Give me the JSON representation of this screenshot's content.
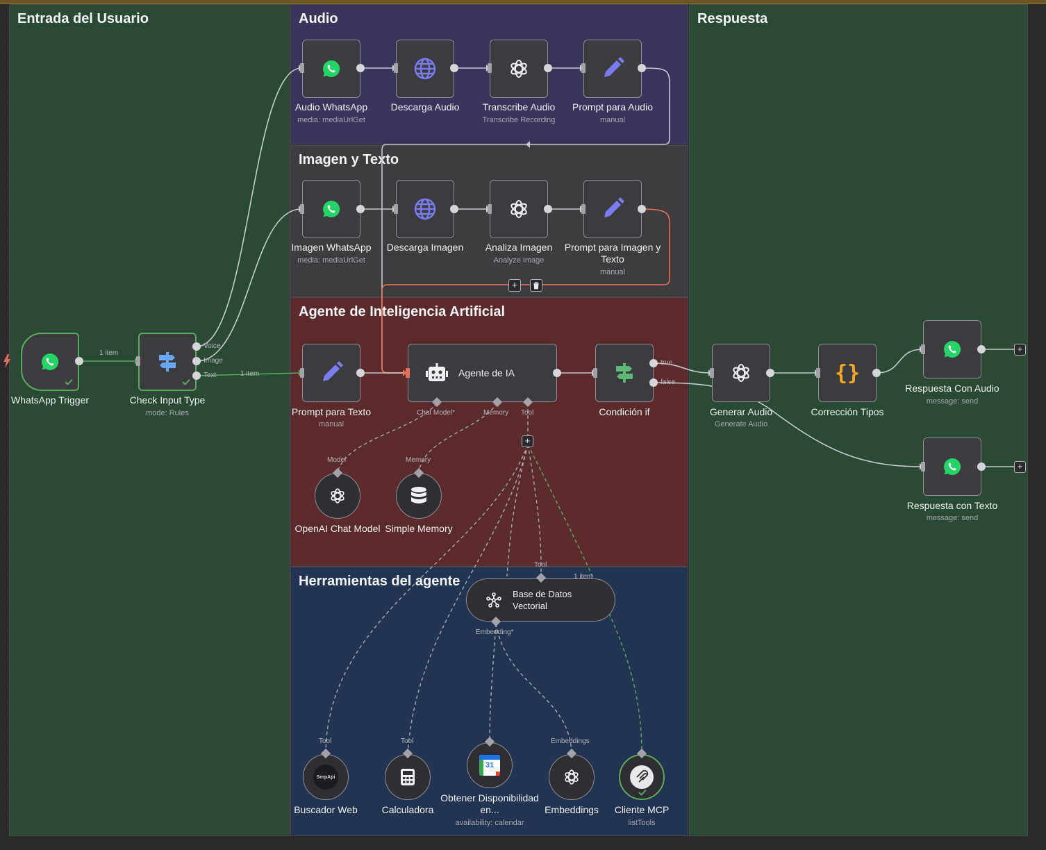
{
  "groups": {
    "input": "Entrada del Usuario",
    "audio": "Audio",
    "image_text": "Imagen y Texto",
    "agent": "Agente de Inteligencia Artificial",
    "tools": "Herramientas del agente",
    "response": "Respuesta"
  },
  "nodes": {
    "whatsapp_trigger": {
      "label": "WhatsApp Trigger",
      "icon": "whatsapp-icon"
    },
    "check_input": {
      "label": "Check Input Type",
      "sub": "mode: Rules",
      "icon": "switch-icon"
    },
    "audio_whatsapp": {
      "label": "Audio WhatsApp",
      "sub": "media: mediaUrlGet",
      "icon": "whatsapp-icon"
    },
    "descarga_audio": {
      "label": "Descarga Audio",
      "icon": "globe-icon"
    },
    "transcribe_audio": {
      "label": "Transcribe Audio",
      "sub": "Transcribe Recording",
      "icon": "openai-icon"
    },
    "prompt_audio": {
      "label": "Prompt para Audio",
      "sub": "manual",
      "icon": "pencil-icon"
    },
    "imagen_whatsapp": {
      "label": "Imagen WhatsApp",
      "sub": "media: mediaUrlGet",
      "icon": "whatsapp-icon"
    },
    "descarga_imagen": {
      "label": "Descarga Imagen",
      "icon": "globe-icon"
    },
    "analiza_imagen": {
      "label": "Analiza Imagen",
      "sub": "Analyze Image",
      "icon": "openai-icon"
    },
    "prompt_imagen": {
      "label": "Prompt para Imagen y Texto",
      "sub": "manual",
      "icon": "pencil-icon"
    },
    "prompt_texto": {
      "label": "Prompt para Texto",
      "sub": "manual",
      "icon": "pencil-icon"
    },
    "agente": {
      "label": "Agente de IA",
      "icon": "robot-icon"
    },
    "condicion": {
      "label": "Condición if",
      "icon": "switch-icon"
    },
    "openai_chat": {
      "label": "OpenAI Chat Model",
      "icon": "openai-icon"
    },
    "simple_memory": {
      "label": "Simple Memory",
      "icon": "database-icon"
    },
    "base_datos": {
      "label": "Base de Datos Vectorial",
      "icon": "vector-store-icon"
    },
    "buscador_web": {
      "label": "Buscador Web",
      "icon": "serpapi-icon",
      "logo_text": "SerpApi"
    },
    "calculadora": {
      "label": "Calculadora",
      "icon": "calculator-icon"
    },
    "calendario": {
      "label": "Obtener Disponibilidad en...",
      "sub": "availability: calendar",
      "icon": "google-calendar-icon",
      "logo_text": "31"
    },
    "embeddings": {
      "label": "Embeddings",
      "icon": "openai-icon"
    },
    "cliente_mcp": {
      "label": "Cliente MCP",
      "sub": "listTools",
      "icon": "mcp-icon"
    },
    "generar_audio": {
      "label": "Generar Audio",
      "sub": "Generate Audio",
      "icon": "openai-icon"
    },
    "correccion": {
      "label": "Corrección Tipos",
      "icon": "braces-icon"
    },
    "resp_audio": {
      "label": "Respuesta Con Audio",
      "sub": "message: send",
      "icon": "whatsapp-icon"
    },
    "resp_texto": {
      "label": "Respuesta con Texto",
      "sub": "message: send",
      "icon": "whatsapp-icon"
    }
  },
  "ports": {
    "voice": "Voice",
    "image": "Image",
    "text": "Text",
    "true": "true",
    "false": "false",
    "chat_model": "Chat Model*",
    "memory": "Memory",
    "tool": "Tool",
    "model": "Model",
    "embedding": "Embedding*",
    "embeddings": "Embeddings"
  },
  "edge_labels": {
    "trigger_to_check": "1 item",
    "text_to_prompt": "1 item",
    "mcp_items": "1 item"
  },
  "colors": {
    "input_group": "#2b4a35",
    "audio_group": "#39345a",
    "image_group": "#3d3d40",
    "agent_group": "#5a2a2c",
    "tools_group": "#22344f",
    "response_group": "#2b4a35",
    "whatsapp": "#25d366",
    "accent_purple": "#7b7cf0",
    "switch_blue": "#6aa7f2",
    "switch_green": "#5db877",
    "braces_orange": "#f5a623",
    "success": "#5fa85f",
    "active_edge": "#e86f5a"
  }
}
